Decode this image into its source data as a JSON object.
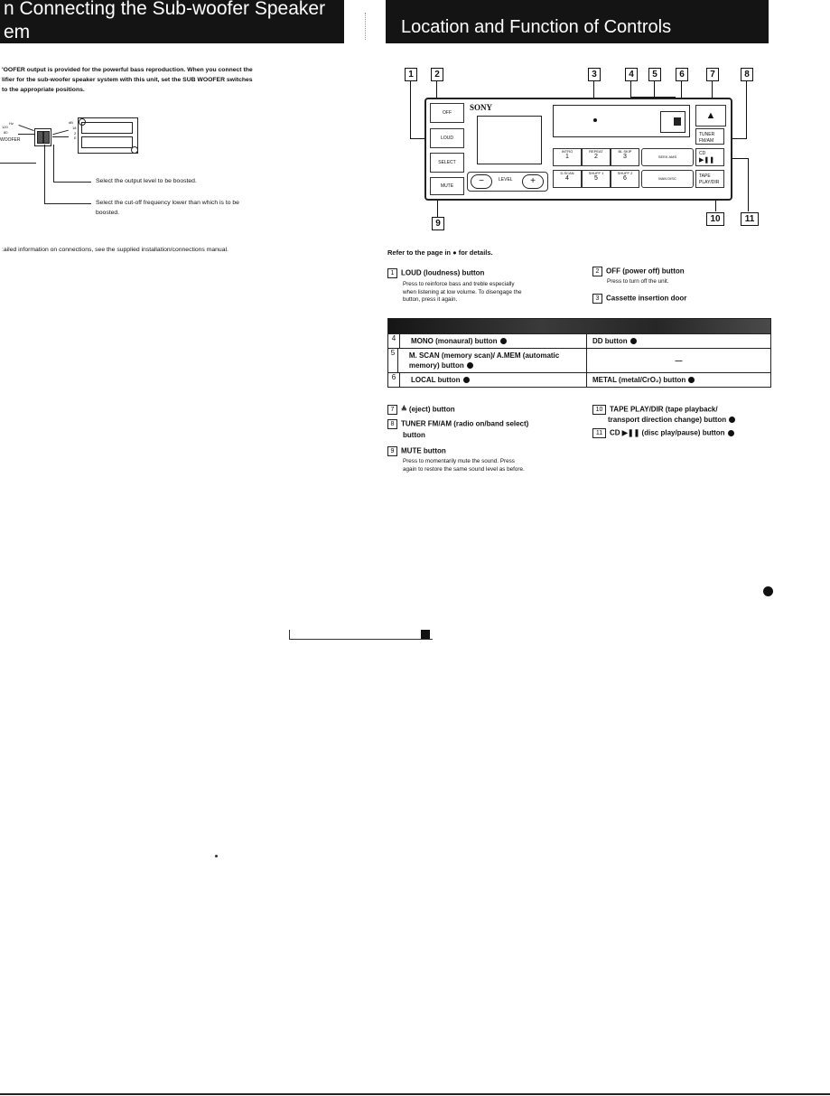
{
  "left": {
    "header_line1": "n Connecting the Sub-woofer Speaker",
    "header_line2": "em",
    "intro_lines": [
      "'OOFER output is provided for the powerful bass reproduction. When you connect the",
      "lifier for the sub-woofer speaker system with this unit, set the SUB WOOFER switches",
      " to the appropriate positions."
    ],
    "diagram": {
      "freq_labels": [
        "120",
        "80"
      ],
      "hz_label": "Hz",
      "db_label": "dB",
      "level_labels": [
        "18",
        "2",
        "E"
      ],
      "woofer_label": "WOOFER",
      "callout_output": "Select the output level to be boosted.",
      "callout_cutoff_1": "Select the cut-off frequency lower than which is to be",
      "callout_cutoff_2": "boosted."
    },
    "footnote": ":ailed information on connections, see the supplied installation/connections manual."
  },
  "right": {
    "header": "Location and Function of Controls",
    "panel": {
      "brand": "SONY",
      "off": "OFF",
      "loud": "LOUD",
      "select": "SELECT",
      "mute": "MUTE",
      "level": "LEVEL",
      "minus": "−",
      "plus": "+",
      "eject": "▲",
      "tuner": "TUNER FM/AM",
      "cd": "CD",
      "cd_sym": "▶❚❚",
      "tape": "TAPE PLAY/DIR",
      "presets_top": [
        {
          "label": "INTRO",
          "num": "1"
        },
        {
          "label": "REPEAT",
          "num": "2"
        },
        {
          "label": "BL SKIP",
          "num": "3"
        }
      ],
      "presets_bottom": [
        {
          "label": "D.SCAN",
          "num": "4"
        },
        {
          "label": "SHUFF 1",
          "num": "5"
        },
        {
          "label": "SHUFF 2",
          "num": "6"
        }
      ],
      "seek": "SEEK AMS",
      "man": "MAN DISC"
    },
    "numbers_top": [
      "1",
      "2",
      "3",
      "4",
      "5",
      "6",
      "7",
      "8"
    ],
    "numbers_bottom": [
      "9",
      "10",
      "11"
    ],
    "refer": "Refer to the page in ● for details.",
    "items": {
      "i1_num": "1",
      "i1_title": "LOUD (loudness) button",
      "i1_desc": [
        "Press to reinforce bass and treble especially",
        "when listening at low volume. To disengage the",
        "button, press it again."
      ],
      "i2_num": "2",
      "i2_title": "OFF (power off) button",
      "i2_desc": "Press to turn off the unit.",
      "i3_num": "3",
      "i3_title": "Cassette insertion door"
    },
    "table": {
      "rows": [
        {
          "num": "4",
          "left": "MONO (monaural) button",
          "right": "DD button"
        },
        {
          "num": "5",
          "left": "M. SCAN (memory scan)/ A.MEM (automatic memory) button",
          "right": "—"
        },
        {
          "num": "6",
          "left": "LOCAL button",
          "right": "METAL (metal/CrO₂) button"
        }
      ]
    },
    "items2": {
      "i7_num": "7",
      "i7_title": "≜ (eject) button",
      "i8_num": "8",
      "i8_title_1": "TUNER FM/AM (radio on/band select)",
      "i8_title_2": "button",
      "i9_num": "9",
      "i9_title": "MUTE button",
      "i9_desc": [
        "Press to momentarily mute the sound. Press",
        "again to restore the same sound level as before."
      ],
      "i10_num": "10",
      "i10_title_1": "TAPE PLAY/DIR (tape playback/",
      "i10_title_2": "transport direction change) button",
      "i11_num": "11",
      "i11_title": "CD ▶❚❚ (disc play/pause) button"
    }
  }
}
